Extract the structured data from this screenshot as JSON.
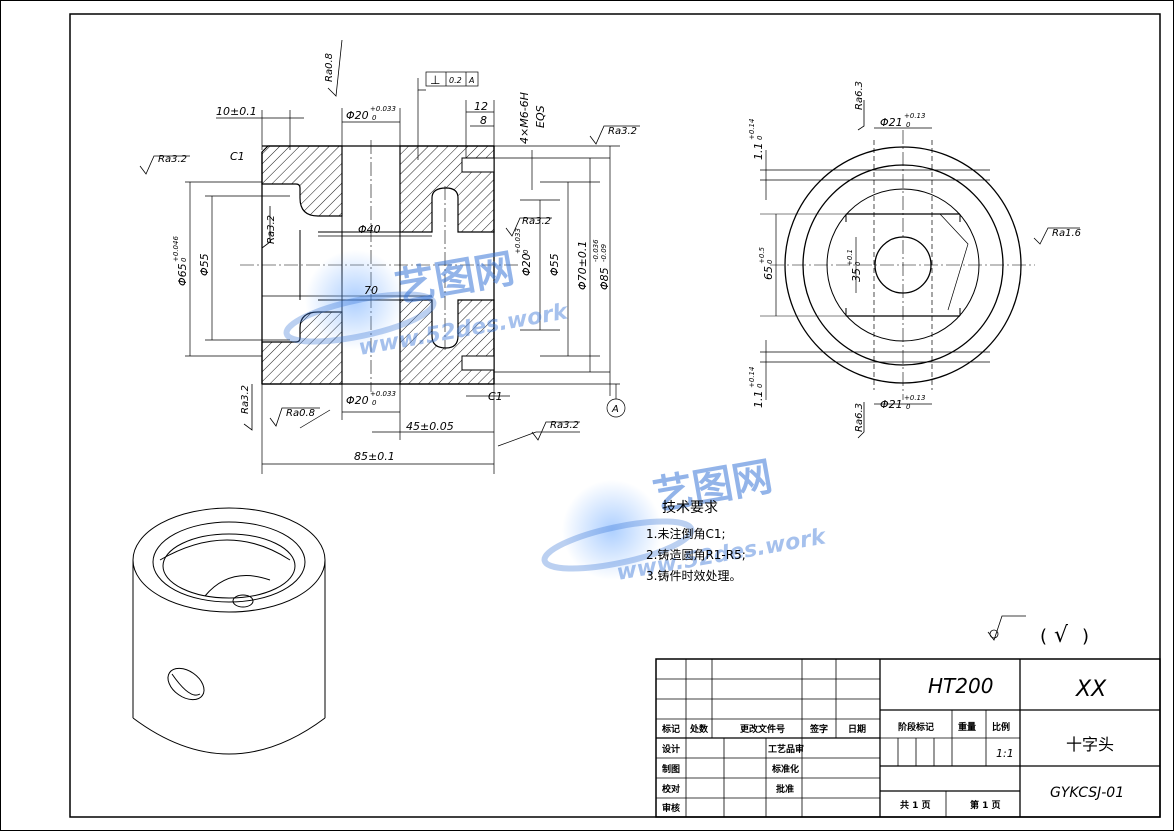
{
  "dims": {
    "d1": "10±0.1",
    "chamfer_top": "C1",
    "ra_left": "Ra3.2",
    "ra_top": "Ra0.8",
    "d20_top": "Φ20",
    "d20_top_tol": "+0.033",
    "d20_top_tol0": "0",
    "gdt_sym": "⊥",
    "gdt_val": "0.2",
    "gdt_datum": "A",
    "d12": "12",
    "d8": "8",
    "thread": "4×M6-6H",
    "eqs": "EQS",
    "ra_right_top": "Ra3.2",
    "d40": "Φ40",
    "ra_bore_left": "Ra3.2",
    "ra_mid_right": "Ra3.2",
    "d65": "Φ65",
    "d65_tol": "+0.046",
    "d65_tol0": "0",
    "d55_left": "Φ55",
    "d70": "70",
    "d20_mid": "Φ20",
    "d20_mid_tol": "+0.033",
    "d20_mid_tol0": "0",
    "d55_right": "Φ55",
    "d70_01": "Φ70±0.1",
    "d85": "Φ85",
    "d85_tol1": "-0.036",
    "d85_tol2": "-0.09",
    "ra_bl": "Ra3.2",
    "ra_08": "Ra0.8",
    "d20_bot": "Φ20",
    "d20_bot_tol": "+0.033",
    "d20_bot_tol0": "0",
    "chamfer_bot": "C1",
    "datum_a": "A",
    "d45": "45±0.05",
    "ra_bottom": "Ra3.2",
    "d85_len": "85±0.1",
    "ra63_top": "Ra6.3",
    "d21_top": "Φ21",
    "d21_top_tol": "+0.13",
    "d21_top_tol0": "0",
    "d11_top": "1.1",
    "d11_top_tol": "+0.14",
    "d11_top_tol0": "0",
    "d65_side": "65",
    "d65_side_tol": "+0.5",
    "d65_side_tol0": "0",
    "d35": "35",
    "d35_tol": "+0.1",
    "d35_tol0": "0",
    "ra16": "Ra1.6",
    "d11_bot": "1.1",
    "d11_bot_tol": "+0.14",
    "d11_bot_tol0": "0",
    "ra63_bot": "Ra6.3",
    "d21_bot": "Φ21",
    "d21_bot_tol": "+0.13",
    "d21_bot_tol0": "0"
  },
  "tech": {
    "title": "技术要求",
    "items": [
      "1.未注倒角C1;",
      "2.铸造圆角R1-R5;",
      "3.铸件时效处理。"
    ]
  },
  "rough_note": {
    "open": "(",
    "check": "√",
    "close": ")"
  },
  "watermark": {
    "cn": "艺图网",
    "url": "www.52des.work"
  },
  "title_block": {
    "material": "HT200",
    "company": "XX",
    "part_name": "十字头",
    "drawing_no": "GYKCSJ-01",
    "labels": {
      "mark": "标记",
      "count": "处数",
      "doc": "更改文件号",
      "sign": "签字",
      "date": "日期",
      "stage": "阶段标记",
      "weight": "重量",
      "scale": "比例",
      "design": "设计",
      "process": "工艺品审",
      "draw": "制图",
      "std": "标准化",
      "check": "校对",
      "approve": "批准",
      "audit": "审核",
      "sheets": "共 1 页",
      "sheet": "第 1 页"
    },
    "scale_value": "1:1"
  }
}
